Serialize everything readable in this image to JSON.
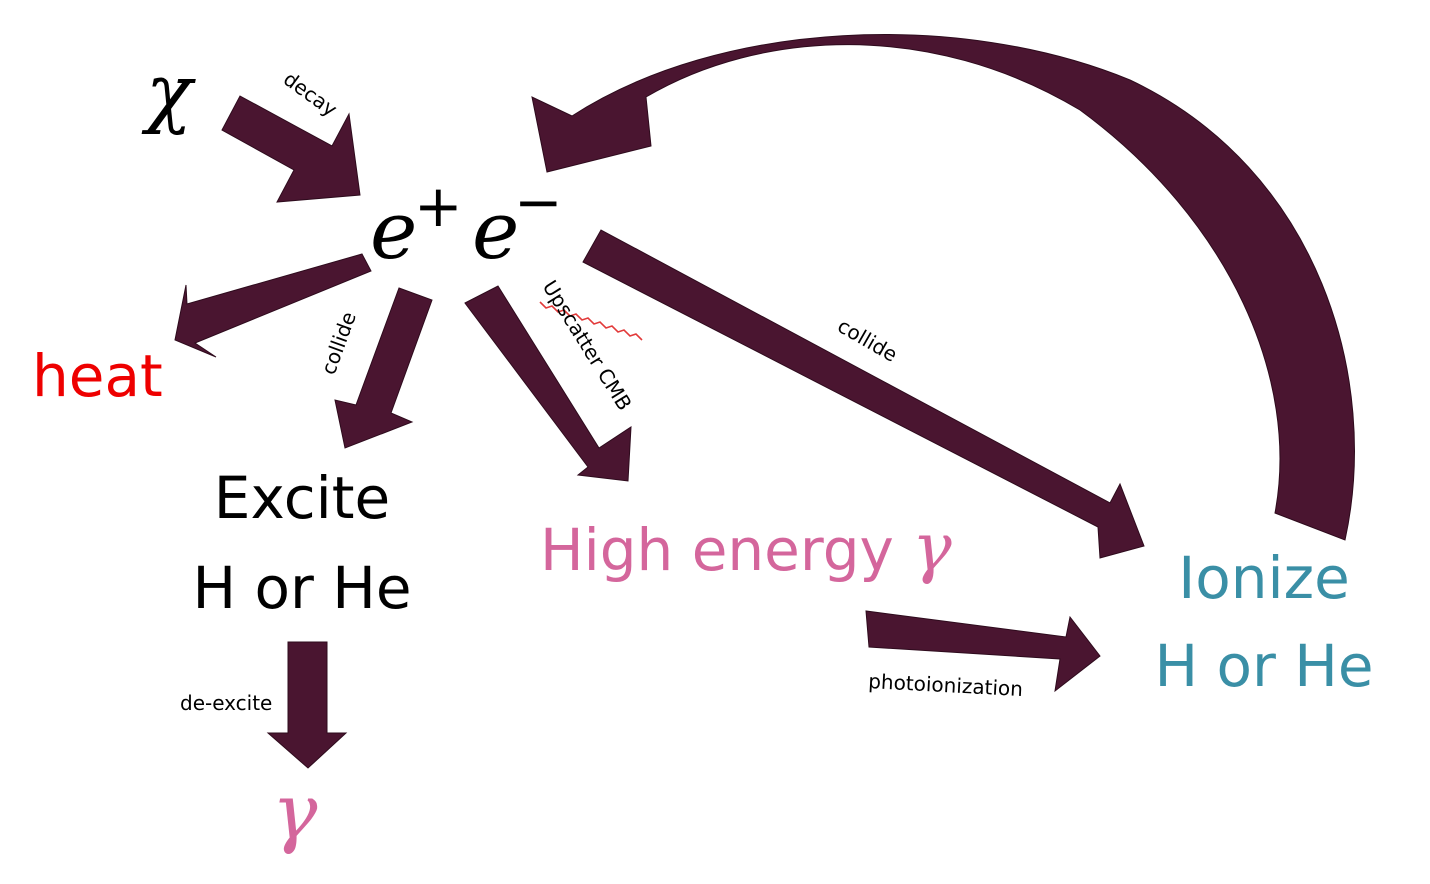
{
  "colors": {
    "arrow": "#4a1530",
    "arrow_edge": "#2e0b1d",
    "heat": "#ee0000",
    "gamma": "#d4669c",
    "ionize": "#3a8fa6",
    "text": "#000000",
    "squiggle": "#e23a3a"
  },
  "nodes": {
    "chi": "χ",
    "ee_e1": "e",
    "ee_plus": "+",
    "ee_e2": "e",
    "ee_minus": "−",
    "heat": "heat",
    "excite_line1": "Excite",
    "excite_line2": "H or He",
    "high_energy_text": "High energy ",
    "high_energy_gamma": "γ",
    "ionize_line1": "Ionize",
    "ionize_line2": "H or He",
    "gamma_final": "γ"
  },
  "edges": {
    "decay": "decay",
    "collide_excite": "collide",
    "upscatter": "Upscatter CMB",
    "collide_ionize": "collide",
    "de_excite": "de-excite",
    "photoionization": "photoionization"
  }
}
